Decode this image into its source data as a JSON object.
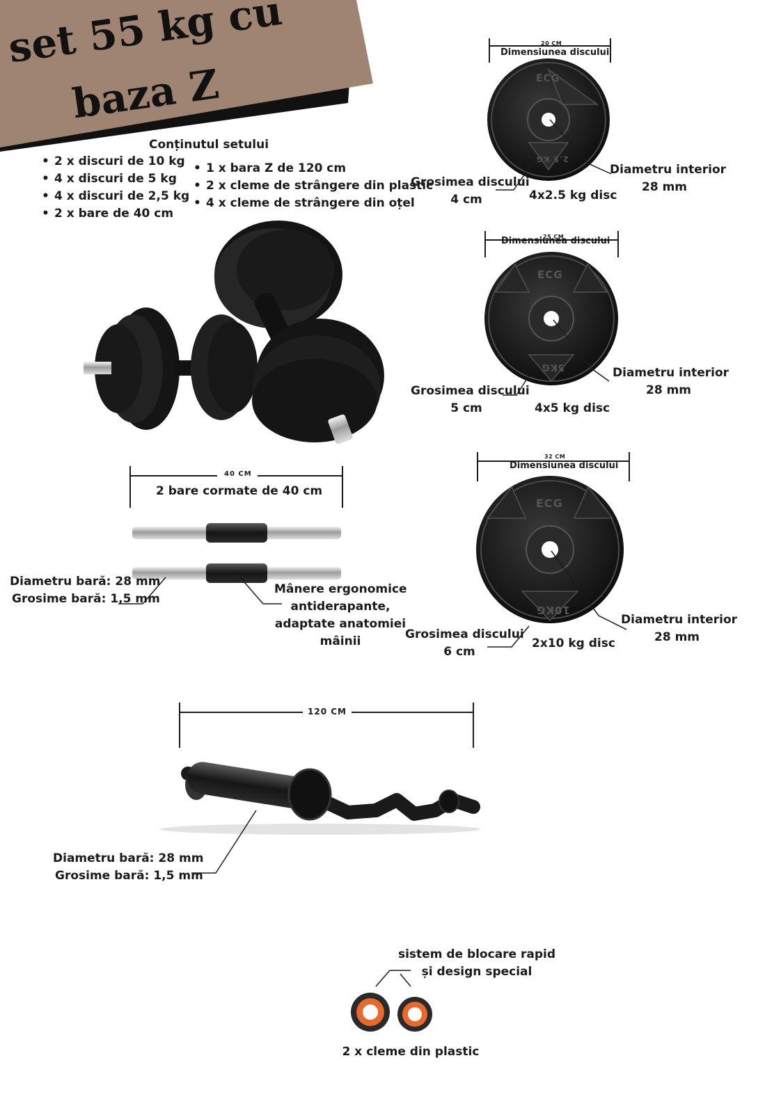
{
  "banner": {
    "title_line1": "set 55 kg cu",
    "title_line2": "baza Z",
    "bg_color": "#a08472",
    "shadow_color": "#111111"
  },
  "contents": {
    "heading": "Conținutul setului",
    "col1": [
      "2 x discuri de 10 kg",
      "4 x discuri de 5 kg",
      "4 x discuri de 2,5 kg",
      "2 x bare de 40 cm"
    ],
    "col2": [
      "1 x bara Z de 120 cm",
      "2 x cleme de strângere din plastic",
      "4 x cleme de strângere din oțel"
    ]
  },
  "disc_small": {
    "dim_value": "20 CM",
    "dim_label": "Dimensiunea discului",
    "thickness_label": "Grosimea discului",
    "thickness_value": "4 cm",
    "name": "4x2.5 kg disc",
    "inner_label": "Diametru interior",
    "inner_value": "28 mm",
    "brand": "ECG",
    "weight_mark": "2.5 KG"
  },
  "disc_medium": {
    "dim_value": "25 CM",
    "dim_label": "Dimensiunea discului",
    "thickness_label": "Grosimea discului",
    "thickness_value": "5 cm",
    "name": "4x5 kg disc",
    "inner_label": "Diametru interior",
    "inner_value": "28 mm",
    "brand": "ECG",
    "weight_mark": "5KG"
  },
  "disc_large": {
    "dim_value": "32 CM",
    "dim_label": "Dimensiunea discului",
    "thickness_label": "Grosimea discului",
    "thickness_value": "6 cm",
    "name": "2x10 kg disc",
    "inner_label": "Diametru interior",
    "inner_value": "28 mm",
    "brand": "ECG",
    "weight_mark": "10KG"
  },
  "short_bars": {
    "dim_value": "40 CM",
    "title": "2 bare cormate de 40 cm",
    "diameter": "Diametru bară: 28 mm",
    "thickness": "Grosime bară: 1,5 mm",
    "handles_line1": "Mânere ergonomice",
    "handles_line2": "antiderapante,",
    "handles_line3": "adaptate anatomiei",
    "handles_line4": "mâinii"
  },
  "z_bar": {
    "dim_value": "120 CM",
    "diameter": "Diametru bară: 28 mm",
    "thickness": "Grosime bară: 1,5 mm"
  },
  "clamps": {
    "feature_line1": "sistem de blocare rapid",
    "feature_line2": "și design special",
    "caption": "2 x cleme din plastic",
    "accent_color": "#e8692e"
  }
}
